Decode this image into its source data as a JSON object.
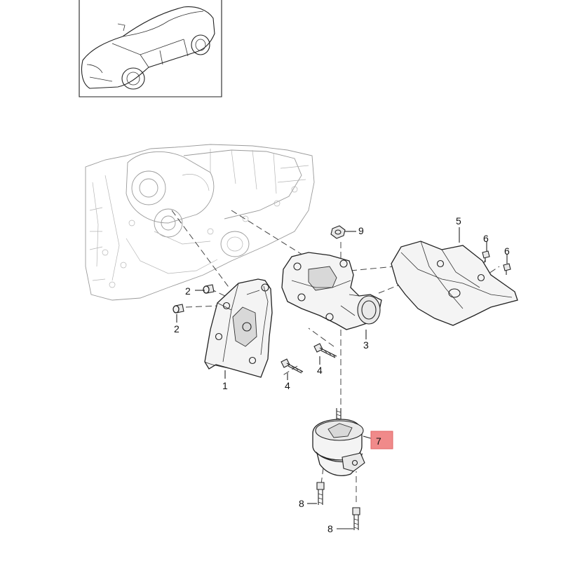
{
  "callouts": {
    "c1": "1",
    "c2a": "2",
    "c2b": "2",
    "c3": "3",
    "c4a": "4",
    "c4b": "4",
    "c5": "5",
    "c6a": "6",
    "c6b": "6",
    "c7": "7",
    "c8a": "8",
    "c8b": "8",
    "c9": "9"
  },
  "highlight_color": "#f08a8a"
}
